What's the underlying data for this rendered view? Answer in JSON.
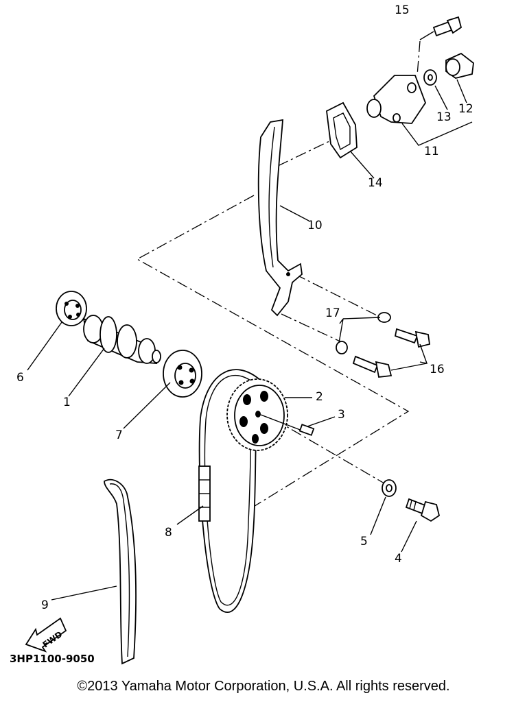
{
  "callouts": {
    "p1": "1",
    "p2": "2",
    "p3": "3",
    "p4": "4",
    "p5": "5",
    "p6": "6",
    "p7": "7",
    "p8": "8",
    "p9": "9",
    "p10": "10",
    "p11": "11",
    "p12": "12",
    "p13": "13",
    "p14": "14",
    "p15": "15",
    "p16": "16",
    "p17": "17"
  },
  "diagram_code": "3HP1100-9050",
  "fwd_label": "FWD",
  "copyright": "©2013 Yamaha Motor Corporation, U.S.A. All rights reserved."
}
